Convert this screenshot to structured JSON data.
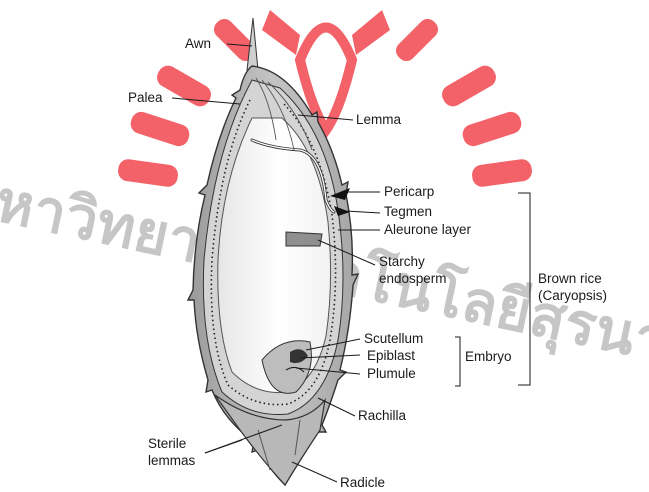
{
  "watermark": {
    "text": "มหาวิทยาลัยเทคโนโลยีสุรนารี",
    "color": "#f0323c"
  },
  "labels": {
    "awn": "Awn",
    "palea": "Palea",
    "lemma": "Lemma",
    "pericarp": "Pericarp",
    "tegmen": "Tegmen",
    "aleurone": "Aleurone layer",
    "starchy_1": "Starchy",
    "starchy_2": "endosperm",
    "scutellum": "Scutellum",
    "epiblast": "Epiblast",
    "plumule": "Plumule",
    "embryo": "Embryo",
    "brown_rice_1": "Brown rice",
    "brown_rice_2": "(Caryopsis)",
    "rachilla": "Rachilla",
    "sterile_1": "Sterile",
    "sterile_2": "lemmas",
    "radicle": "Radicle"
  }
}
